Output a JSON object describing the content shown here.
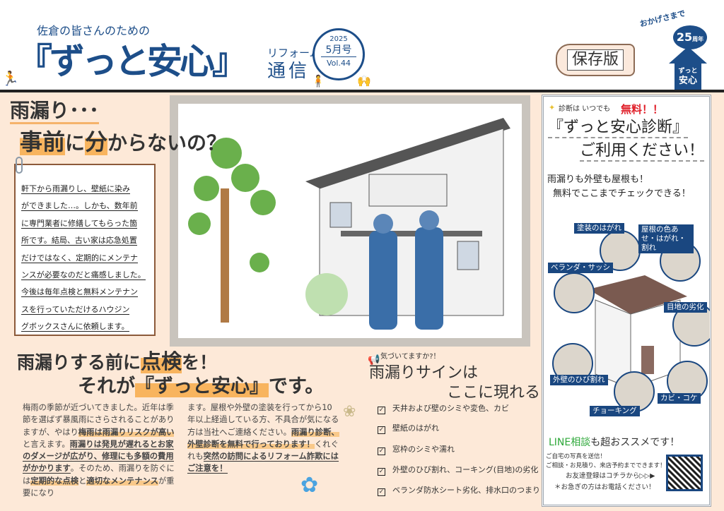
{
  "header": {
    "subtitle": "佐倉の皆さんのための",
    "title": "『ずっと安心』",
    "reform": "リフォーム",
    "tsushin": "通信",
    "issue": {
      "year": "2025",
      "month": "5月号",
      "vol": "Vol.44"
    },
    "keep_label": "保存版",
    "thanks": "おかげさまで",
    "anniversary": "25",
    "anniversary_unit": "周年",
    "house_line1": "ずっと",
    "house_line2": "安心"
  },
  "intro": {
    "heading1": "雨漏り･･･",
    "heading2_a": "事前",
    "heading2_b": "に",
    "heading2_c": "分",
    "heading2_d": "からないの？",
    "note_lines": [
      "軒下から雨漏りし、壁紙に染み",
      "ができました…。しかも、数年前",
      "に専門業者に修繕してもらった箇",
      "所です。結局、古い家は応急処置",
      "だけではなく、定期的にメンテナ",
      "ンスが必要なのだと痛感しました。",
      "今後は毎年点検と無料メンテナン",
      "スを行っていただけるハウジン",
      "グボックスさんに依頼します。"
    ]
  },
  "article": {
    "heading1_a": "雨漏りする前に",
    "heading1_b": "点検",
    "heading1_c": "を！",
    "heading2_a": "それが",
    "heading2_b": "『ずっと安心』",
    "heading2_c": "です。",
    "left": {
      "t1": "梅雨の季節が近づいてきました。近年は季節を選ばず暴風雨にさらされることがありますが、やはり",
      "h1": "梅雨は雨漏りリスクが高い",
      "t2": "と言えます。",
      "u1": "雨漏りは発見が遅れるとお家のダメージが広がり、修理にも多額の費用がかかります",
      "t3": "。そのため、雨漏りを防ぐには",
      "h2": "定期的な点検",
      "t4": "と",
      "h3": "適切なメンテナンス",
      "t5": "が重要になり"
    },
    "right": {
      "t1": "ます。屋根や外壁の塗装を行ってから10年以上経過している方、不具合が気になる方は当社へご連絡ください。",
      "h1": "雨漏り診断、外壁診断を無料で行っております！",
      "t2": "くれぐれも",
      "u1": "突然の訪問によるリフォーム詐欺にはご注意を！"
    }
  },
  "signs": {
    "sub": "気づいてますか?！",
    "heading1": "雨漏りサインは",
    "heading2": "ここに現れる!",
    "items": [
      "天井および壁のシミや変色、カビ",
      "壁紙のはがれ",
      "窓枠のシミや濡れ",
      "外壁のひび割れ、コーキング(目地)の劣化",
      "ベランダ防水シート劣化、排水口のつまり"
    ]
  },
  "panel": {
    "small": "診断は いつでも",
    "free": "無料！！",
    "title1": "『ずっと安心診断』",
    "title2": "ご利用ください！",
    "lead1": "雨漏りも外壁も屋根も！",
    "lead2": "無料でここまでチェックできる！",
    "tags": [
      "塗装のはがれ",
      "屋根の色あせ・はがれ・割れ",
      "ベランダ・サッシ",
      "目地の劣化",
      "外壁のひび割れ",
      "チョーキング",
      "カビ・コケ"
    ],
    "line_a": "LINE相談",
    "line_b": "も超おススメです！",
    "line_s1": "ご自宅の写真を送信！",
    "line_s2": "ご相談・お見積り、来店予約までできます！",
    "line_s3": "お友達登録はコチラから▷▷▶",
    "line_s4": "＊お急ぎの方はお電話ください！"
  },
  "colors": {
    "brand": "#1d4e89",
    "highlight": "#f8b45e",
    "background": "#fde9d8",
    "line_green": "#2ea83a",
    "free_red": "#e0202a"
  }
}
